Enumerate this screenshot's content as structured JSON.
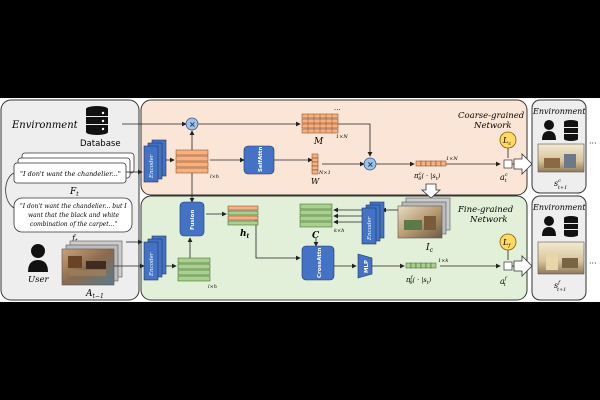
{
  "environment_panel": {
    "title": "Environment",
    "database_label": "Database",
    "quote_short": "\"I don't want the chandelier...\"",
    "f_big": "F",
    "f_big_sub": "t",
    "f_small": "f",
    "f_small_sub": "t",
    "quote_long_1": "\"I don't want the chandelier... but I",
    "quote_long_2": "want that the black and white",
    "quote_long_3": "combination of the carpet...\"",
    "user_label": "User",
    "a_label": "A",
    "a_sub": "t−1"
  },
  "coarse": {
    "title_1": "Coarse-grained",
    "title_2": "Network",
    "encoder_label": "Encoder",
    "selfattn_label": "SelfAttn",
    "cross_symbol": "×",
    "M_label": "M",
    "M_dim": "1×N",
    "ellipsis": "···",
    "W_label": "W",
    "W_dim": "N×1",
    "lh_dim": "l×h",
    "pi_label": "π",
    "pi_sup": "c",
    "pi_sub": "θ",
    "pi_args": "( · |s",
    "pi_args_sub": "t",
    "pi_close": ")",
    "pi_dim": "1×N",
    "a_label": "a",
    "a_sup": "c",
    "a_sub": "t",
    "loss_label": "L",
    "loss_sub": "c"
  },
  "fine": {
    "title_1": "Fine-grained",
    "title_2": "Network",
    "encoder_label": "Encoder",
    "fusion_label": "Fusion",
    "crossattn_label": "CrossAttn",
    "mlp_label": "MLP",
    "encoder_img_label": "Encoder",
    "h_label": "h",
    "h_sub": "t",
    "C_label": "C",
    "C_dim": "k×h",
    "Ic_label": "I",
    "Ic_sub": "c",
    "lh_dim": "l×h",
    "pi_label": "π",
    "pi_sup": "f",
    "pi_sub": "θ",
    "pi_args": "( · |s",
    "pi_args_sub": "t",
    "pi_close": ")",
    "pi_dim": "1×k",
    "a_label": "a",
    "a_sup": "f",
    "a_sub": "t",
    "loss_label": "L",
    "loss_sub": "f"
  },
  "right": {
    "env_top": "Environment",
    "s_top": "s",
    "s_top_sup": "c",
    "s_top_sub": "t+1",
    "env_bottom": "Environment",
    "s_bottom": "s",
    "s_bottom_sup": "f",
    "s_bottom_sub": "t+1",
    "ellipsis_top": "···",
    "ellipsis_bottom": "···"
  },
  "colors": {
    "coarse_bg": "#fbe5d6",
    "fine_bg": "#e2f0d9",
    "env_bg": "#eeeeee",
    "module_blue": "#4472c4",
    "orange_cell": "#f4b183",
    "green_cell": "#a9d18e",
    "loss_yellow": "#ffd966"
  }
}
